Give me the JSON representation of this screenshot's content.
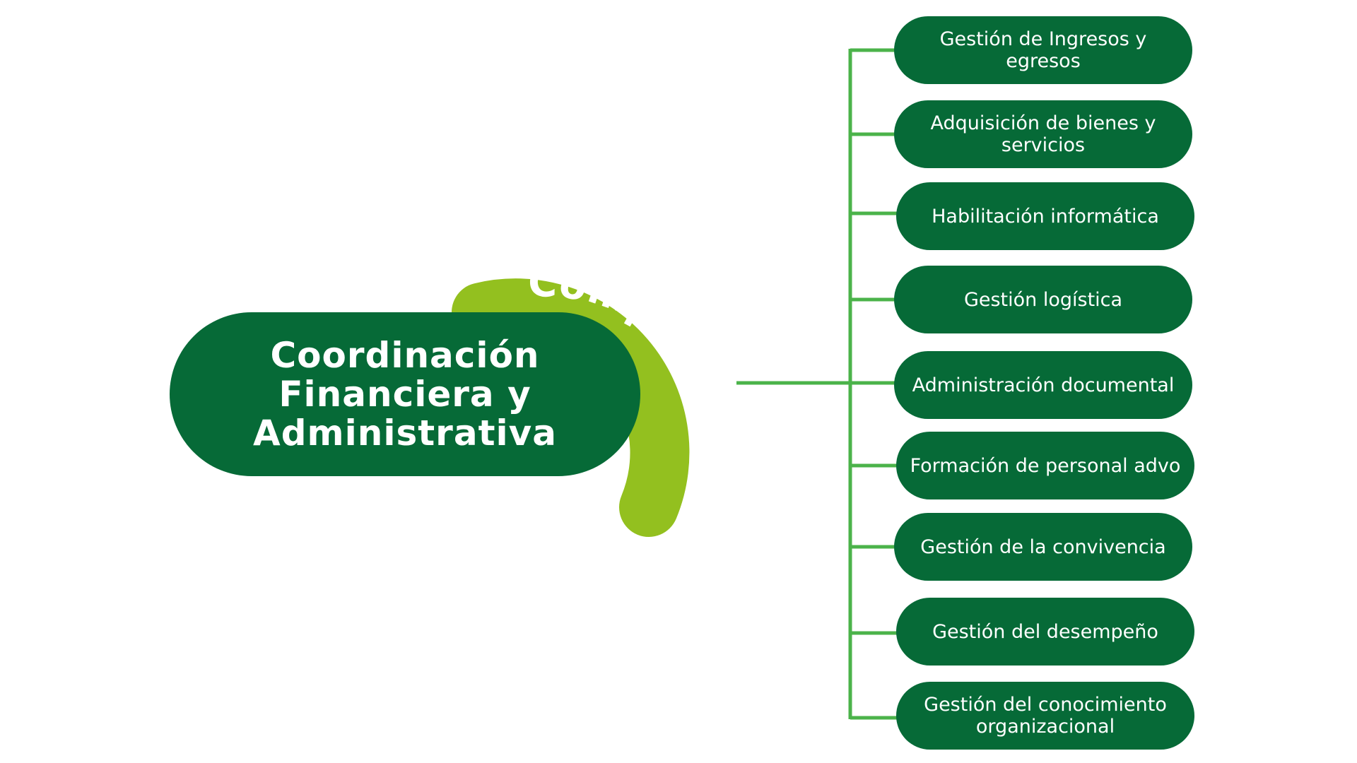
{
  "main": {
    "title": "Coordinación\nFinanciera y\nAdministrativa"
  },
  "arc": {
    "label": "Componentes"
  },
  "components": [
    {
      "label": "Gestión de Ingresos y egresos"
    },
    {
      "label": "Adquisición de bienes y servicios"
    },
    {
      "label": "Habilitación informática"
    },
    {
      "label": "Gestión logística"
    },
    {
      "label": "Administración documental"
    },
    {
      "label": "Formación de personal advo"
    },
    {
      "label": "Gestión de la convivencia"
    },
    {
      "label": "Gestión del desempeño"
    },
    {
      "label": "Gestión del conocimiento organizacional"
    }
  ],
  "colors": {
    "dark_green": "#066a37",
    "light_green": "#93c01f",
    "connector_green": "#4bb34a",
    "text": "#ffffff"
  }
}
